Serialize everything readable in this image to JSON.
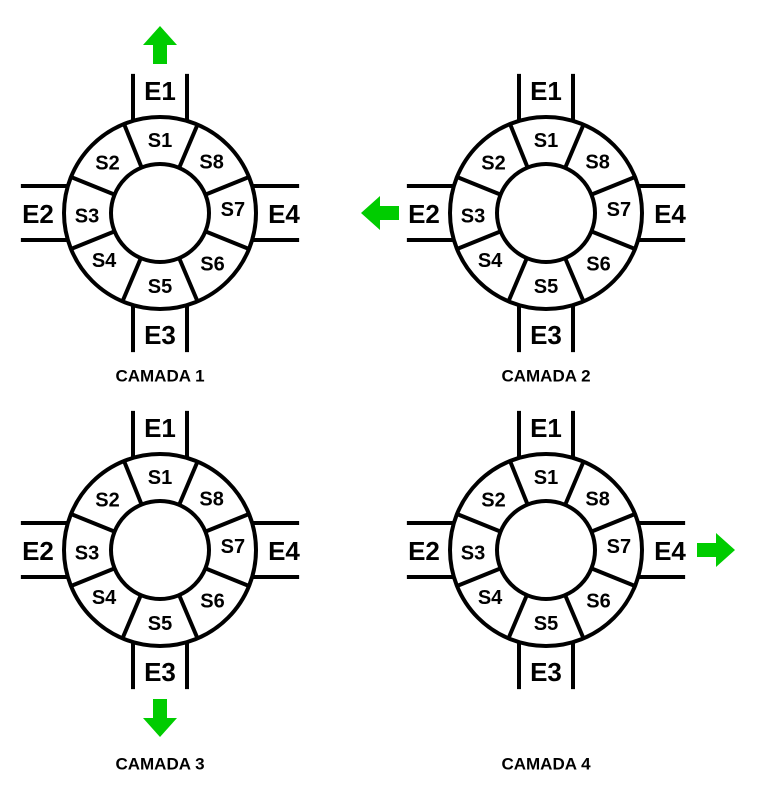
{
  "diagram": {
    "colors": {
      "stroke": "#000000",
      "arrow": "#00cc00",
      "background": "#ffffff"
    },
    "sector_labels": [
      "S1",
      "S2",
      "S3",
      "S4",
      "S5",
      "S6",
      "S7",
      "S8"
    ],
    "entry_labels": {
      "top": "E1",
      "left": "E2",
      "bottom": "E3",
      "right": "E4"
    },
    "layers": [
      {
        "caption": "CAMADA 1",
        "exit": "E1",
        "arrow": "up-arrow-icon"
      },
      {
        "caption": "CAMADA 2",
        "exit": "E2",
        "arrow": "left-arrow-icon"
      },
      {
        "caption": "CAMADA 3",
        "exit": "E3",
        "arrow": "down-arrow-icon"
      },
      {
        "caption": "CAMADA 4",
        "exit": "E4",
        "arrow": "right-arrow-icon"
      }
    ]
  }
}
